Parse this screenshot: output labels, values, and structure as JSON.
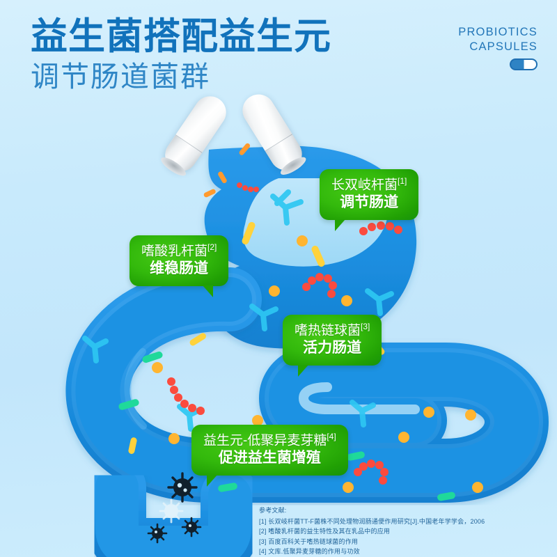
{
  "header": {
    "title_main": "益生菌搭配益生元",
    "title_sub": "调节肠道菌群",
    "badge_line1": "PROBIOTICS",
    "badge_line2": "CAPSULES"
  },
  "colors": {
    "background_top": "#d6f0fd",
    "background_bottom": "#c2e6fb",
    "title_blue": "#1172bb",
    "subtitle_blue": "#2f86c6",
    "callout_green": "#33b90c",
    "tract_wall": "#1b8fe0",
    "tract_fill": "#1e92e3",
    "tract_lumen": "#aadef8",
    "footnote_blue": "#1f6298"
  },
  "callouts": [
    {
      "id": "callout-1",
      "name": "长双岐杆菌",
      "ref": "[1]",
      "benefit": "调节肠道"
    },
    {
      "id": "callout-2",
      "name": "嗜酸乳杆菌",
      "ref": "[2]",
      "benefit": "维稳肠道"
    },
    {
      "id": "callout-3",
      "name": "嗜热链球菌",
      "ref": "[3]",
      "benefit": "活力肠道"
    },
    {
      "id": "callout-4",
      "name": "益生元-低聚异麦芽糖",
      "ref": "[4]",
      "benefit": "促进益生菌增殖"
    }
  ],
  "footnotes": {
    "title": "参考文献:",
    "items": [
      "[1] 长双岐杆菌TT-F菌株不同处理物润肠通便作用研究[J].中国老年学学会，2006",
      "[2] 嗜酸乳杆菌的益生特性及其在乳品中的应用",
      "[3] 百度百科关于嗜热链球菌的作用",
      "[4] 文库.低聚异麦芽糖的作用与功效"
    ]
  },
  "illustration": {
    "capsule_left": "capsule-icon",
    "capsule_right": "capsule-icon",
    "tract": "digestive-tract-illustration",
    "microbes": "bacteria-icons",
    "pathogens": "germ-icons"
  }
}
